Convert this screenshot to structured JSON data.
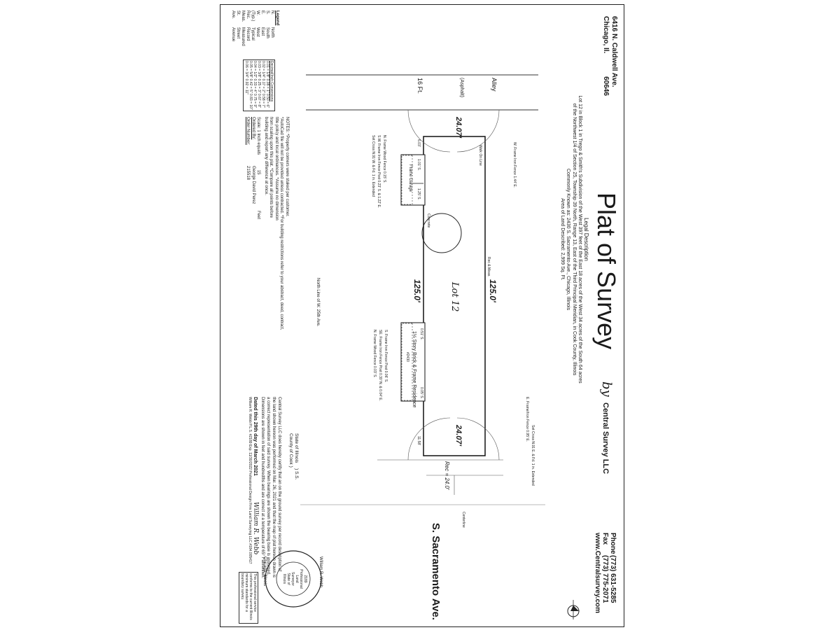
{
  "header": {
    "address_line1": "6416 N. Caldwell Ave.",
    "address_line2": "Chicago, Il.",
    "zip": "60646",
    "title": "Plat of Survey",
    "by": "by",
    "company": "Central Survey LLC",
    "phone_label": "Phone",
    "phone": "(773) 631-5285",
    "fax_label": "Fax",
    "fax": "(773) 775-2071",
    "website": "www.Centralsurvey.com"
  },
  "legal": {
    "heading": "Legal Description",
    "line1": "Lot 12 in Block 1 in Trego & Smith's Subdivision of the West 397 feet of the East 18 acres of the West 34 acres of the South 64 acres",
    "line2": "of the Northwest 1/4 of Section 25, Township 39 North, Range 13, East of the Third Principal Meridian, in Cook County, Illinois",
    "line3": "Commonly Known as: 2430 S. Sacramento Ave.,  Chicago, Illinois",
    "line4": "Area of Land Described: 2,999 Sq. Ft."
  },
  "streets": {
    "sacramento": "S. Sacramento Ave.",
    "alley": "Alley",
    "asphalt": "(Asphalt)",
    "alley_width": "16 Ft.",
    "centerline": "Centerline",
    "north_line": "North Line of W. 25th Ave."
  },
  "plat": {
    "lot_label": "Lot 12",
    "dim_north": "125.0'",
    "dim_south": "125.0'",
    "dim_west": "24.07'",
    "dim_east": "24.07'",
    "rec_label": "Rec = 24.0'",
    "north_bearing_text": "Rec & Meas.",
    "residence": "1½ Story Brick & Frame Residence",
    "residence_no": "#2430",
    "garage": "Frame Garage",
    "concrete": "Concrete",
    "walk": "Walk On Line",
    "setback_east": "11.58'",
    "setback_west": "6.03'",
    "res_dim1": "0.51' S.",
    "res_dim2": "0.05' S.",
    "gar_dim1": "1.25' S.",
    "gar_dim2": "1.01' S.",
    "notes_top": [
      "Set Cross N.91 E. & Fd. 1 in. Extended",
      "E. Frame/Iron Fence 0.95' E.",
      "S. Frame Iron Fence Post 0.06' S.",
      "SE. Frame Iron Fence Post 0.30' N. & 0.04' E.",
      "N. Frame Wood Fence 0.03' S."
    ],
    "notes_bottom": [
      "W. Frame Iron Fence 1.44' E.",
      "N. Frame Wood Fence 0.15' S.",
      "S.W. Frame Iron Fence Post 0.23' S. & 1.22' E.",
      "Set Cross N.91 W. & Fd. 1 in. Extended"
    ]
  },
  "certification": {
    "state": "State of Illinois",
    "ss": ")  S.S.",
    "county": "County of Cook  )",
    "text1": "Central Survey LLC does hereby certify that an on the ground survey per record description of",
    "text2": "the land shown hereon was performed on Mar. 26, 2021 and that the map of plat hereon drawn is",
    "text3": "a correct representation of said survey.   When bearings are shown the bearing base is assumed.",
    "text4": "Dimensions are shown in feet and hundredths and are correct at a temperature of 65° Fahrenheit.",
    "dated": "Dated this 29th day of March 2021",
    "signature": "William R. Webb",
    "signer": "William R. Webb P.L.S. #2189  Exp. 11/30/2022    Professional Design Firm Land Surveying LLC #184.005417"
  },
  "seal": {
    "outer_top": "William R. Webb",
    "outer_bottom": "Chicago, Illinois",
    "number": "2189",
    "line1": "Professional",
    "line2": "Land",
    "line3": "Surveyor",
    "line4": "State of",
    "line5": "Illinois"
  },
  "conformity": "This professional service conforms to the current Illinois minimum standards for a boundary survey.",
  "legend": {
    "title": "Legend",
    "items": [
      [
        "N.",
        "North"
      ],
      [
        "S.",
        "South"
      ],
      [
        "E.",
        "East"
      ],
      [
        "W.",
        "West"
      ],
      [
        "(Typ.)",
        "Typical"
      ],
      [
        "Rec.",
        "Record"
      ],
      [
        "Meas.",
        "Measured"
      ],
      [
        "St.",
        "Street"
      ],
      [
        "Ave.",
        "Avenue"
      ]
    ],
    "dec_title": "Decimal/Inch Conversions",
    "dec": [
      "0.01 = 1/8\"   0.08 = 1\"   0.50 = 6\"",
      "0.02 = 1/4\"   0.17 = 2\"   0.58 = 7\"",
      "0.03 = 3/8\"   0.25 = 3\"   0.67 = 8\"",
      "0.04 = 1/2\"   0.33 = 4\"   0.75 = 9\"",
      "0.05 = 5/8\"   0.42 = 5\"   0.83 = 10\"",
      "0.06 = 3/4\"              0.92 = 11\""
    ]
  },
  "notes": {
    "lines": [
      "NOTES: *Property corners were staked per customer.",
      "*AutoCad file will not be provided unless contracted. *For building restrictions refer to your abstract, deed, contract,",
      "title policy and local ordinances. *Assume no dimension",
      "from scaling upon this plat.   *Compare all points before",
      "building and report any difference at once."
    ],
    "scale_label": "Scale: 1 Inch equals",
    "scale_value": "15",
    "scale_unit": "Feet",
    "ordered_label": "Ordered By:",
    "ordered_value": "George David Perez",
    "order_no_label": "Order Number:",
    "order_no_value": "215518"
  }
}
